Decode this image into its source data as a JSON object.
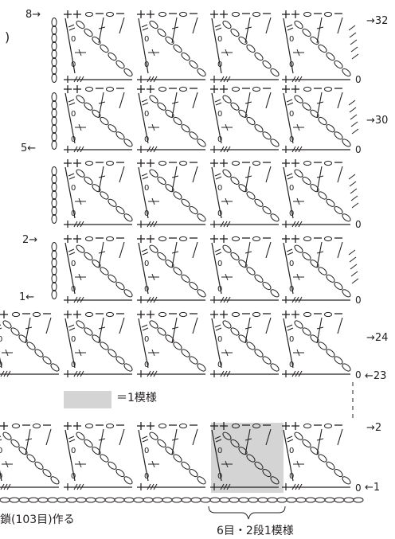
{
  "colors": {
    "ink": "#231f20",
    "highlight": "#d4d4d4"
  },
  "row_labels": {
    "r8": "8→",
    "r5": "5←",
    "r2": "2→",
    "r1": "1←",
    "r32": "→32",
    "r30": "→30",
    "r24": "→24",
    "r23": "←23",
    "r2b": "→2",
    "r1b": "←1"
  },
  "legend": {
    "text": "＝1模様"
  },
  "footer": {
    "foundation": "鎖(103目)作る",
    "repeat": "6目・2段1模様"
  },
  "top_paren": ")",
  "symbol_ring_label": "0"
}
